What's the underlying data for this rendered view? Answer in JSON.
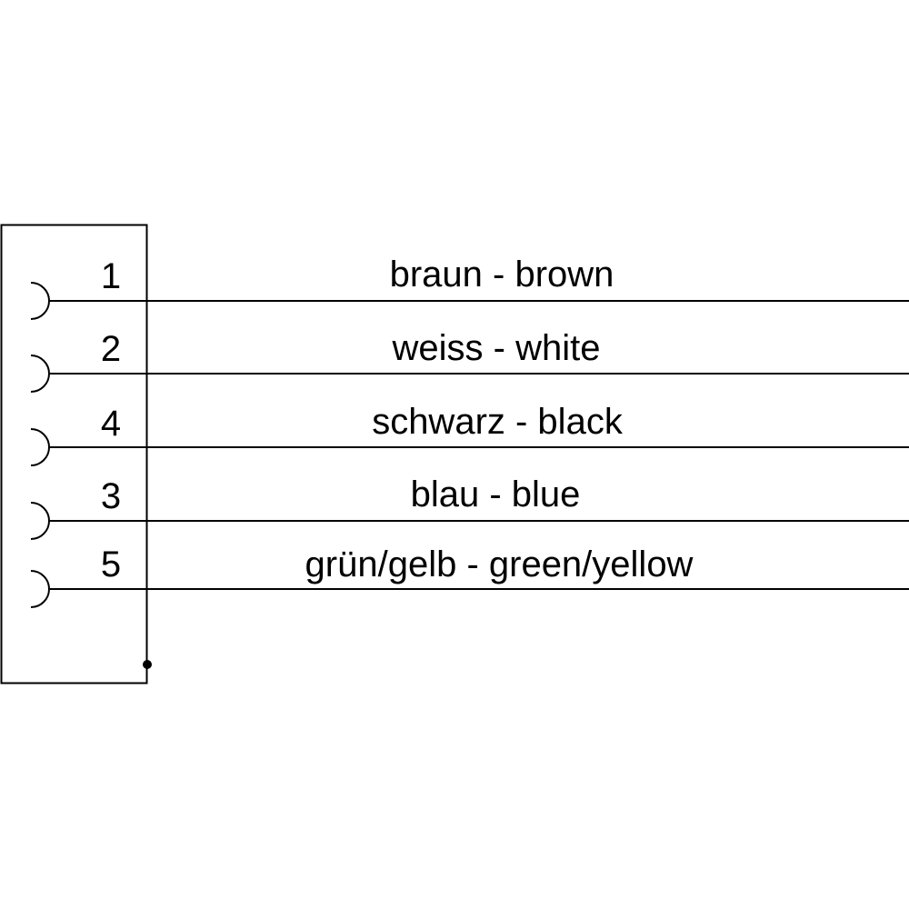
{
  "diagram": {
    "line_color": "#000000",
    "background_color": "#ffffff",
    "pins": [
      {
        "number": "1",
        "label": "braun - brown"
      },
      {
        "number": "2",
        "label": "weiss - white"
      },
      {
        "number": "4",
        "label": "schwarz - black"
      },
      {
        "number": "3",
        "label": "blau - blue"
      },
      {
        "number": "5",
        "label": "grün/gelb - green/yellow"
      }
    ]
  }
}
